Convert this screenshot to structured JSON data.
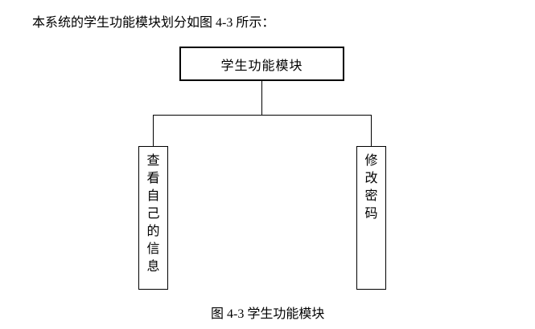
{
  "document": {
    "intro_text": "本系统的学生功能模块划分如图 4-3 所示：",
    "caption": "图 4-3 学生功能模块"
  },
  "diagram": {
    "type": "tree",
    "root_label": "学生功能模块",
    "children": [
      {
        "label": "查看自己的信息"
      },
      {
        "label": "修改密码"
      }
    ],
    "line_color": "#000000",
    "text_color": "#000000",
    "background_color": "#ffffff"
  }
}
